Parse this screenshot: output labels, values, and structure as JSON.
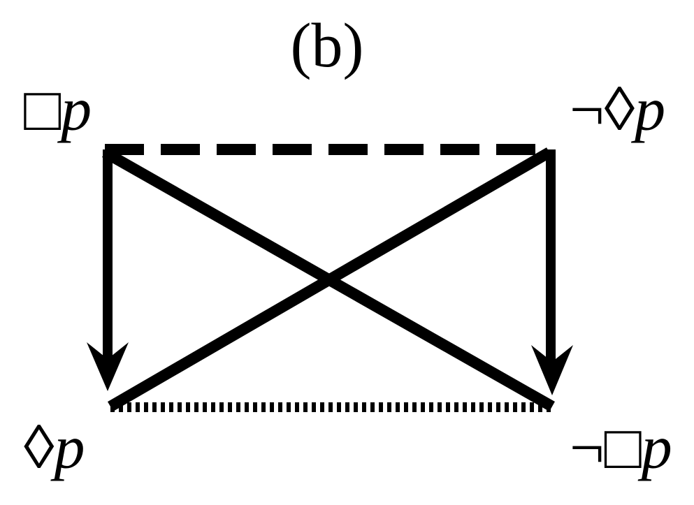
{
  "diagram": {
    "panel_label": "(b)",
    "corners": {
      "top_left": {
        "operator": "□",
        "variable": "p"
      },
      "top_right": {
        "operator": "¬◊",
        "variable": "p"
      },
      "bottom_left": {
        "operator": "◊",
        "variable": "p"
      },
      "bottom_right": {
        "operator": "¬□",
        "variable": "p"
      }
    },
    "relations": [
      {
        "from": "top_left",
        "to": "bottom_left",
        "style": "solid-arrow"
      },
      {
        "from": "top_right",
        "to": "bottom_right",
        "style": "solid-arrow"
      },
      {
        "from": "top_left",
        "to": "bottom_right",
        "style": "solid"
      },
      {
        "from": "top_right",
        "to": "bottom_left",
        "style": "solid"
      },
      {
        "from": "top_left",
        "to": "top_right",
        "style": "dashed"
      },
      {
        "from": "bottom_left",
        "to": "bottom_right",
        "style": "dotted"
      }
    ],
    "colors": {
      "ink": "#000000",
      "background": "#ffffff"
    }
  }
}
